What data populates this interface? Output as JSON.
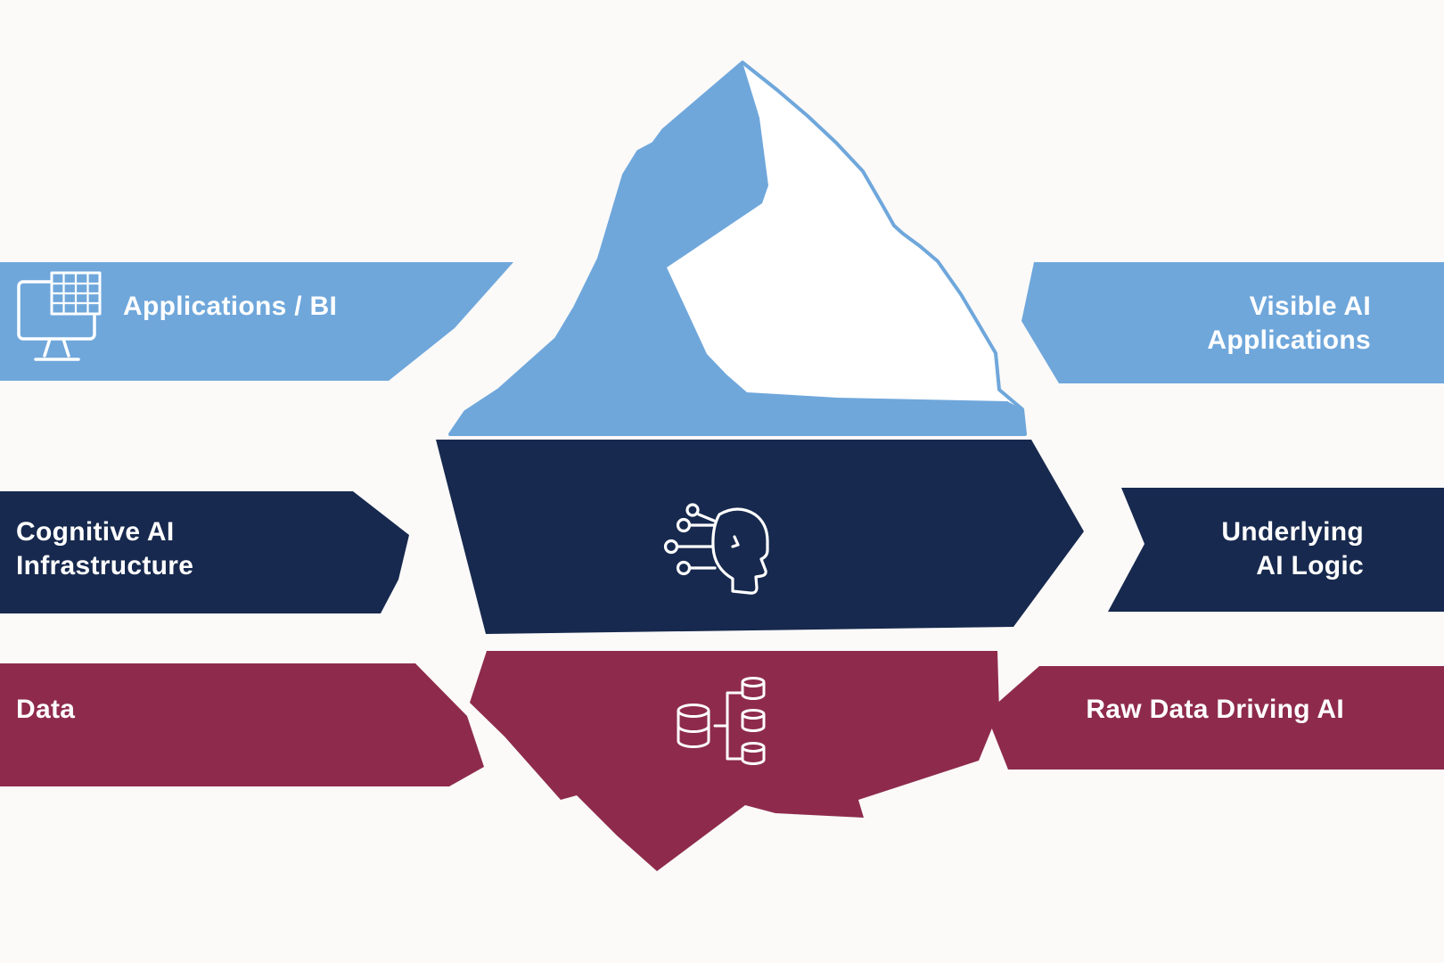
{
  "background": "#FBFAF9",
  "colors": {
    "light_blue": "#6FA7DB",
    "navy": "#17294E",
    "maroon": "#8E2B4D",
    "white": "#FFFFFF"
  },
  "layers": {
    "applications": {
      "left_label": "Applications / BI",
      "right_label": "Visible AI\nApplications",
      "icon": "monitor-table-icon"
    },
    "cognitive": {
      "left_label": "Cognitive AI\nInfrastructure",
      "right_label": "Underlying\nAI Logic",
      "icon": "ai-head-icon"
    },
    "data": {
      "left_label": "Data",
      "right_label": "Raw Data Driving AI",
      "icon": "database-icon"
    }
  }
}
